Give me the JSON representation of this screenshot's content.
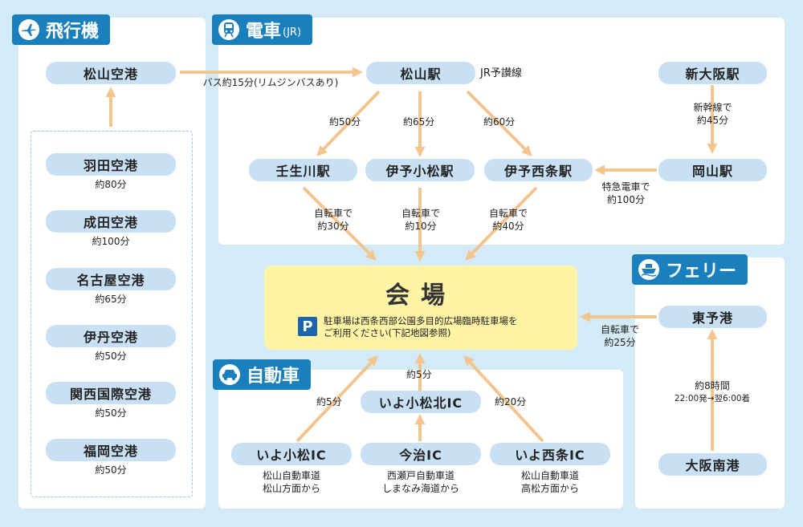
{
  "sections": {
    "plane": "飛行機",
    "train": "電車",
    "train_sub": "(JR)",
    "ferry": "フェリー",
    "car": "自動車"
  },
  "airports": {
    "matsuyama": "松山空港",
    "list": [
      {
        "name": "羽田空港",
        "time": "約80分"
      },
      {
        "name": "成田空港",
        "time": "約100分"
      },
      {
        "name": "名古屋空港",
        "time": "約65分"
      },
      {
        "name": "伊丹空港",
        "time": "約50分"
      },
      {
        "name": "関西国際空港",
        "time": "約50分"
      },
      {
        "name": "福岡空港",
        "time": "約50分"
      }
    ],
    "bus_label": "バス約15分(リムジンバスあり)"
  },
  "stations": {
    "matsuyama": "松山駅",
    "line": "JR予讃線",
    "shin_osaka": "新大阪駅",
    "shinkansen": [
      "新幹線で",
      "約45分"
    ],
    "okayama": "岡山駅",
    "tokkyu": [
      "特急電車で",
      "約100分"
    ],
    "mibukawa": "壬生川駅",
    "iyokomatsu": "伊予小松駅",
    "iyosaijo": "伊予西条駅",
    "t50": "約50分",
    "t65": "約65分",
    "t60": "約60分",
    "bike1": [
      "自転車で",
      "約30分"
    ],
    "bike2": [
      "自転車で",
      "約10分"
    ],
    "bike3": [
      "自転車で",
      "約40分"
    ]
  },
  "venue": {
    "title": "会場",
    "parking_icon": "P",
    "note1": "駐車場は西条西部公園多目的広場臨時駐車場を",
    "note2": "ご利用ください(下記地図参照)"
  },
  "ferry": {
    "toyo": "東予港",
    "bike": [
      "自転車で",
      "約25分"
    ],
    "duration": "約8時間",
    "schedule": "22:00発→翌6:00着",
    "osaka": "大阪南港"
  },
  "car": {
    "ic_kita": "いよ小松北IC",
    "t5a": "約5分",
    "t5b": "約5分",
    "t20": "約20分",
    "ic_komatsu": "いよ小松IC",
    "ic_komatsu_sub": [
      "松山自動車道",
      "松山方面から"
    ],
    "ic_imabari": "今治IC",
    "ic_imabari_sub": [
      "西瀬戸自動車道",
      "しまなみ海道から"
    ],
    "ic_saijo": "いよ西条IC",
    "ic_saijo_sub": [
      "松山自動車道",
      "高松方面から"
    ]
  }
}
